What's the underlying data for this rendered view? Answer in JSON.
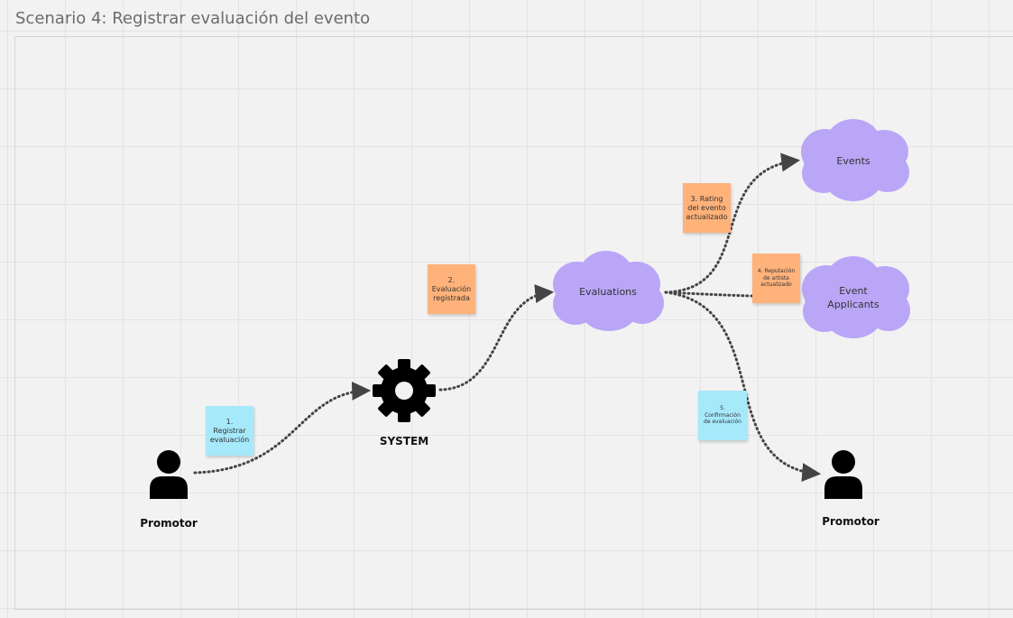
{
  "frame": {
    "title": "Scenario 4: Registrar evaluación del evento"
  },
  "actors": {
    "promotor_left": "Promotor",
    "promotor_right": "Promotor"
  },
  "system": {
    "label": "SYSTEM"
  },
  "clouds": {
    "evaluations": "Evaluations",
    "events": "Events",
    "event_applicants": "Event\nApplicants"
  },
  "notes": {
    "step1": "1.\nRegistrar\nevaluación",
    "step2": "2.\nEvaluación\nregistrada",
    "step3": "3. Rating\ndel evento\nactualizado",
    "step4": "4. Reputación\nde artista\nactualizado",
    "step5": "5.\nConfirmación\nde evaluación"
  },
  "colors": {
    "note_blue": "#a6e9fb",
    "note_orange": "#ffb27a",
    "cloud": "#b9a6f7",
    "icon": "#000000",
    "connector": "#444444"
  }
}
